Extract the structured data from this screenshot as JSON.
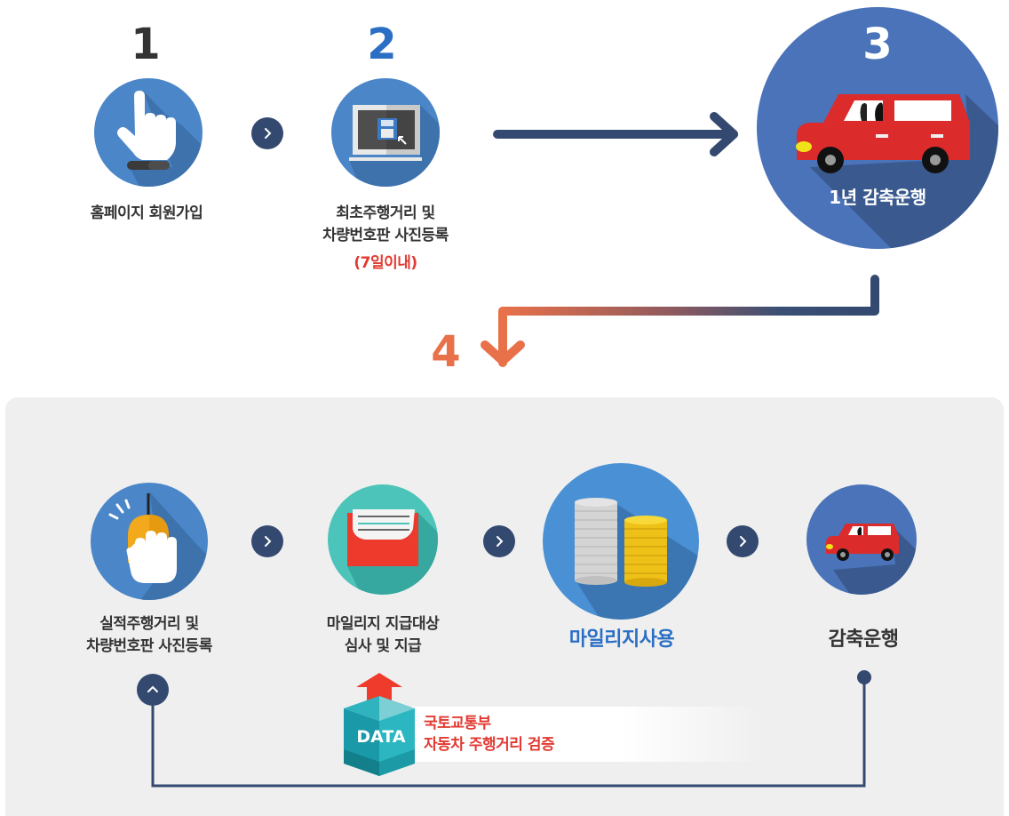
{
  "steps": [
    {
      "number": "1",
      "label_lines": [
        "홈페이지 회원가입"
      ],
      "icon": "pointing-hand-icon"
    },
    {
      "number": "2",
      "label_lines": [
        "최초주행거리 및",
        "차량번호판 사진등록"
      ],
      "note": "(7일이내)",
      "icon": "computer-save-icon"
    },
    {
      "number": "3",
      "label": "1년 감축운행",
      "icon": "car-icon"
    },
    {
      "number": "4",
      "icon": "arrow-down-icon"
    }
  ],
  "process": [
    {
      "label_lines": [
        "실적주행거리 및",
        "차량번호판 사진등록"
      ],
      "icon": "mouse-click-icon"
    },
    {
      "label_lines": [
        "마일리지 지급대상",
        "심사 및 지급"
      ],
      "icon": "envelope-icon"
    },
    {
      "label": "마일리지사용",
      "icon": "coins-icon"
    },
    {
      "label": "감축운행",
      "icon": "car-icon"
    }
  ],
  "data_box": {
    "badge": "DATA",
    "lines": [
      "국토교통부",
      "자동차 주행거리 검증"
    ]
  },
  "colors": {
    "dark_navy": "#34496f",
    "blue": "#4a86c8",
    "step2_blue": "#2a6fc4",
    "accent_orange": "#e8714a",
    "red_text": "#e23a32",
    "teal": "#4cc4ba",
    "panel_bg": "#efefef"
  }
}
